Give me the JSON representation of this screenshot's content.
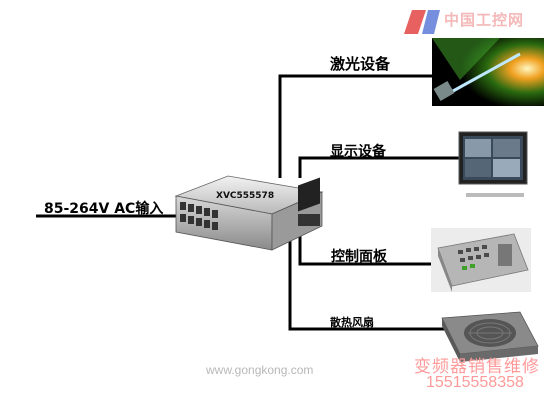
{
  "input": {
    "label": "85-264V AC输入"
  },
  "device": {
    "model": "XVC555578"
  },
  "outputs": [
    {
      "label": "激光设备"
    },
    {
      "label": "显示设备"
    },
    {
      "label": "控制面板"
    },
    {
      "label": "散热风扇"
    }
  ],
  "watermark": {
    "site": "www.gongkong.com",
    "brand": "中国工控网",
    "repair_name": "变频器销售维修",
    "phone": "15515558358"
  },
  "icons": [
    "laser-beam-image",
    "monitor-image",
    "control-panel-image",
    "fan-image",
    "power-supply-module-image",
    "brand-logo"
  ],
  "colors": {
    "line": "#000000",
    "watermark": "#ff9a9a",
    "brand": "#e23a3a"
  }
}
